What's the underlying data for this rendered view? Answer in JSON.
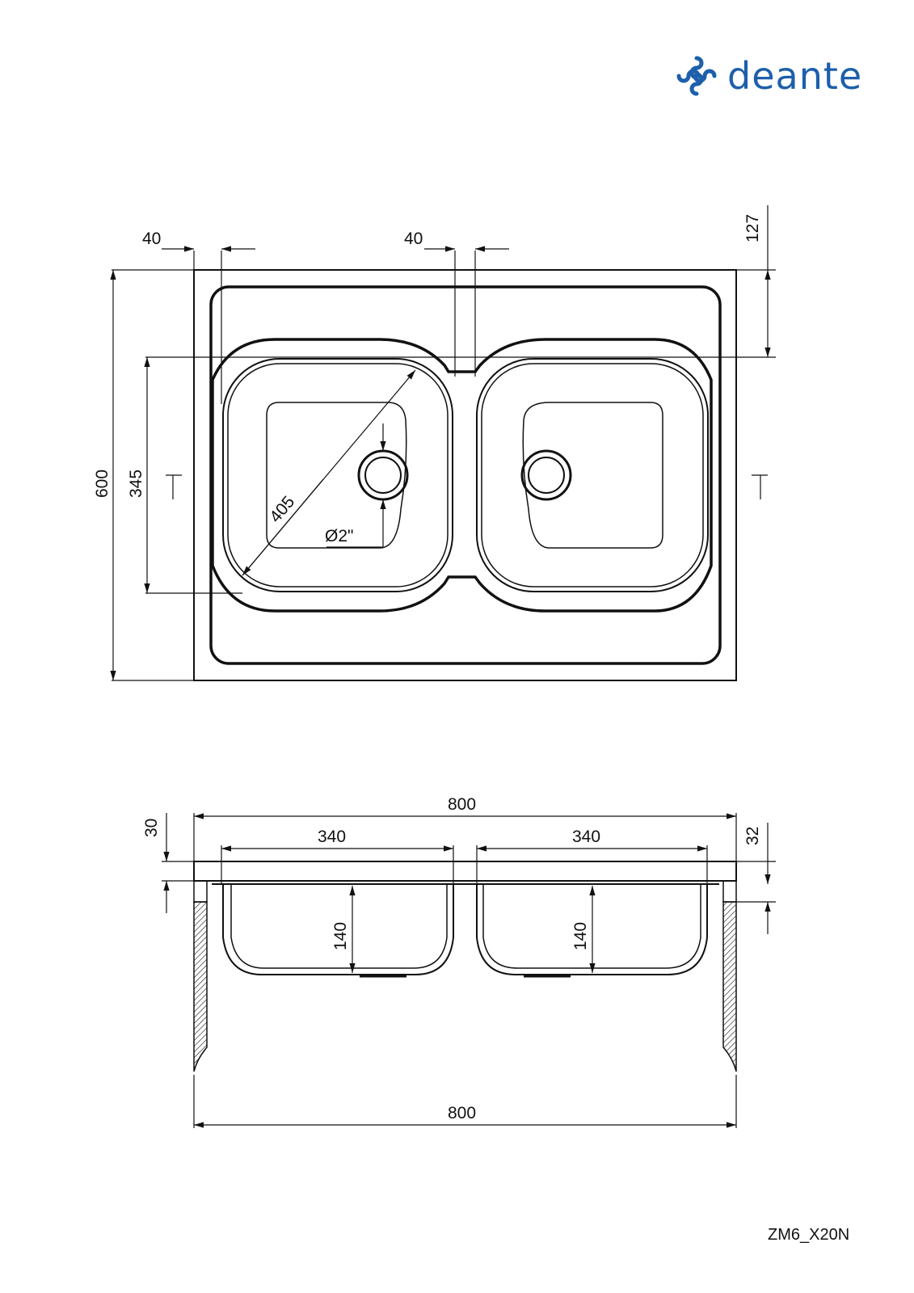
{
  "brand": {
    "name": "deante",
    "color": "#1d5fab",
    "icon": "deante-logo-icon"
  },
  "model_code": "ZM6_X20N",
  "top_view": {
    "dim_left_offset": "40",
    "dim_center_gap": "40",
    "dim_top_offset": "127",
    "dim_total_depth": "600",
    "dim_bowl_depth": "345",
    "dim_diagonal": "405",
    "dim_drain": "Ø2\""
  },
  "side_view": {
    "dim_total_width_top": "800",
    "dim_rim_left": "30",
    "dim_rim_right": "32",
    "dim_bowl_left_width": "340",
    "dim_bowl_right_width": "340",
    "dim_bowl_left_depth": "140",
    "dim_bowl_right_depth": "140",
    "dim_total_width_bottom": "800"
  },
  "colors": {
    "line": "#111111"
  }
}
